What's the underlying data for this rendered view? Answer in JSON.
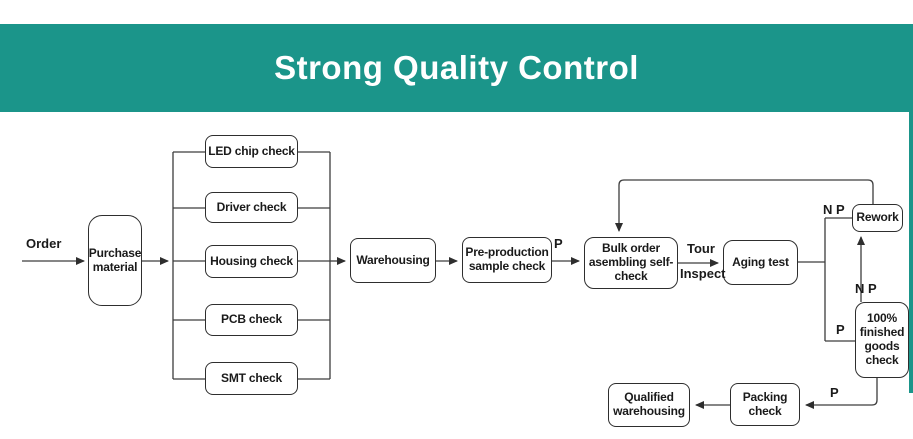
{
  "header": {
    "title": "Strong Quality Control"
  },
  "colors": {
    "banner": "#1b958a",
    "line": "#3d3d3d",
    "box_border": "#2e2e2e"
  },
  "flowchart": {
    "start_label": "Order",
    "nodes": {
      "purchase": "Purchase\nmaterial",
      "led": "LED chip check",
      "driver": "Driver check",
      "housing": "Housing check",
      "pcb": "PCB check",
      "smt": "SMT check",
      "warehousing": "Warehousing",
      "preproduction": "Pre-production\nsample check",
      "bulk": "Bulk order\nasembling self-\ncheck",
      "aging": "Aging test",
      "rework": "Rework",
      "finished": "100%\nfinished\ngoods\ncheck",
      "packing": "Packing\ncheck",
      "qualified": "Qualified\nwarehousing"
    },
    "edge_labels": {
      "pass_sample": "P",
      "tour": "Tour",
      "inspect": "Inspect",
      "np_aging": "N P",
      "np_finished": "N P",
      "p_aging": "P",
      "p_packing": "P"
    }
  }
}
